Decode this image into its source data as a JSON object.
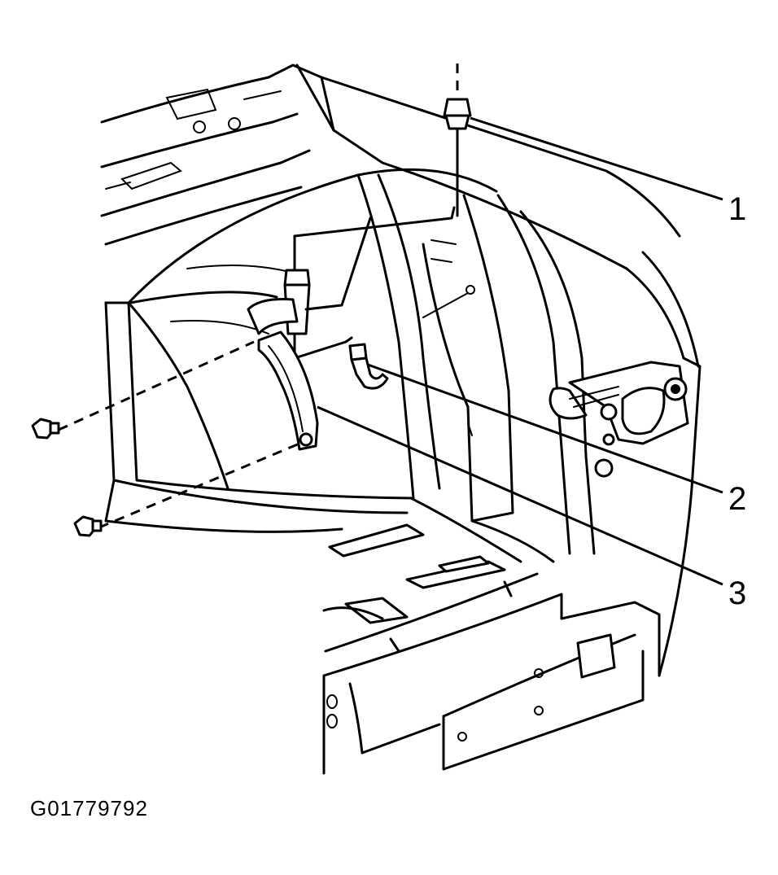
{
  "diagram": {
    "callouts": [
      {
        "label": "1"
      },
      {
        "label": "2"
      },
      {
        "label": "3"
      }
    ],
    "figure_id": "G01779792"
  }
}
